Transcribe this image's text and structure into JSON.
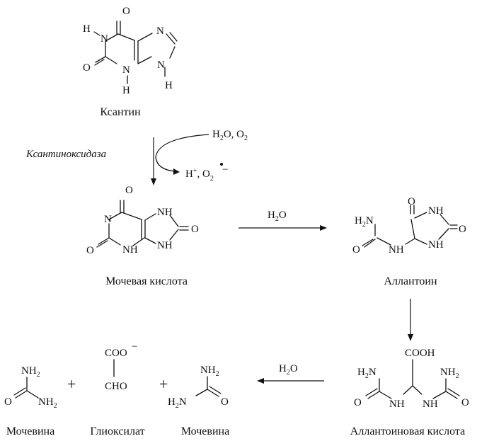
{
  "compounds": {
    "xanthine": "Ксантин",
    "uric_acid": "Мочевая кислота",
    "allantoin": "Аллантоин",
    "allantoic_acid": "Аллантоиновая кислота",
    "urea_left": "Мочевина",
    "glyoxylate": "Глиоксилат",
    "urea_right": "Мочевина"
  },
  "enzyme": "Ксантиноксидаза",
  "reagents": {
    "xanthine_oxidase_in": "H2O, O2",
    "xanthine_oxidase_out": "H+, O2•",
    "hydrolysis_1": "H2O",
    "hydrolysis_2": "H2O"
  },
  "atoms": {
    "O": "O",
    "N": "N",
    "H": "H",
    "NH": "NH",
    "NH2": "NH2",
    "H2N": "H2N",
    "COO": "COO",
    "CHO": "CHO",
    "COOH": "COOH",
    "charge_minus": "−"
  },
  "operators": {
    "plus": "+"
  }
}
